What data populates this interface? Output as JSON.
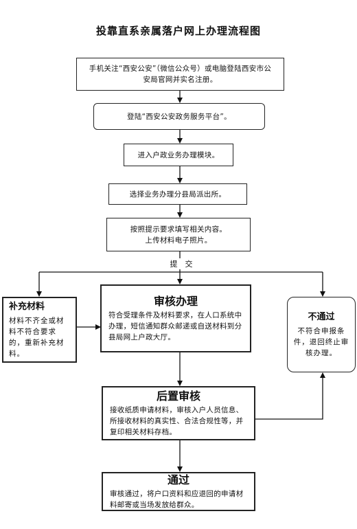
{
  "title": "投靠直系亲属落户网上办理流程图",
  "steps": {
    "s1": "手机关注“西安公安”（微信公众号）或电脑登陆西安市公安局官网并实名注册。",
    "s2": "登陆“西安公安政务服务平台”。",
    "s3": "进入户政业务办理模块。",
    "s4": "选择业务办理分县局派出所。",
    "s5_line1": "按照提示要求填写相关内容。",
    "s5_line2": "上传材料电子照片。"
  },
  "submit_label": "提　交",
  "review": {
    "title": "审核办理",
    "text": "符合受理条件及材料要求，在人口系统中办理，短信通知群众邮递或自送材料到分县局网上户政大厅。"
  },
  "supplement": {
    "title": "补充材料",
    "text": "材料不齐全或材料不符合要求的，重新补充材料。"
  },
  "reject": {
    "title": "不通过",
    "text": "不符合申报条件，退回终止审核办理。"
  },
  "post_review": {
    "title": "后置审核",
    "text": "接收纸质申请材料，审核入户人员信息、所接收材料的真实性、合法合规性等，并复印相关材料存档。"
  },
  "pass": {
    "title": "通过",
    "text": "审核通过，将户口资料和应退回的申请材料邮寄或当场发放给群众。"
  }
}
